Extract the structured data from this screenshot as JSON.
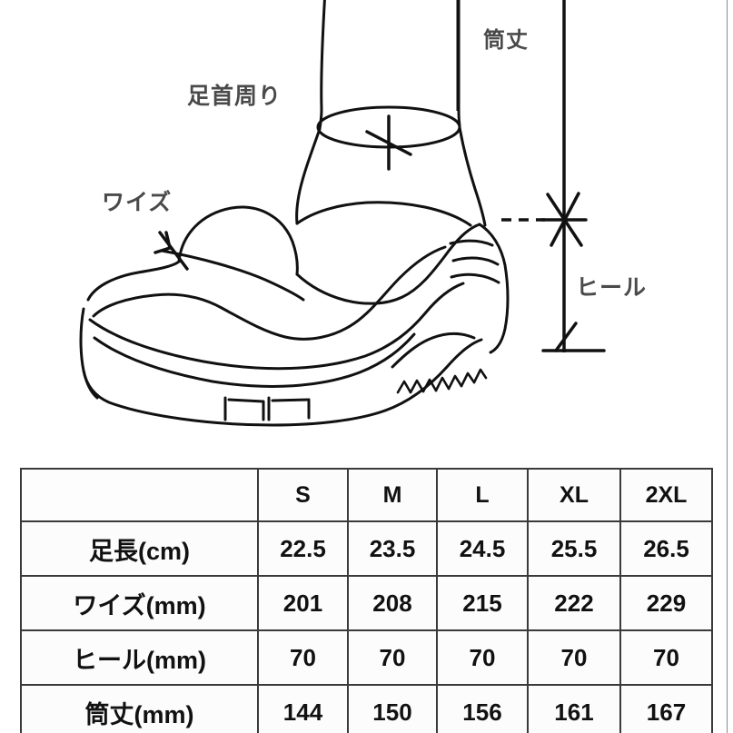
{
  "diagram": {
    "labels": {
      "ankle_circumference": "足首周り",
      "shaft_height": "筒丈",
      "width": "ワイズ",
      "heel": "ヒール"
    },
    "icons": {
      "shoe": "shoe-side-view-illustration",
      "ankle_ellipse": "ankle-measurement-ellipse",
      "width_arrow": "width-measurement-arrow",
      "shaft_dimension": "shaft-height-dimension-line",
      "heel_dimension": "heel-height-dimension-line",
      "heel_reference": "heel-top-dashed-reference-line"
    },
    "stroke_color": "#111111",
    "label_color": "#4a4a4a"
  },
  "table": {
    "name": "size-chart",
    "corner_label": "",
    "columns": [
      "S",
      "M",
      "L",
      "XL",
      "2XL"
    ],
    "rows": [
      {
        "label": "足長(cm)",
        "values": [
          "22.5",
          "23.5",
          "24.5",
          "25.5",
          "26.5"
        ]
      },
      {
        "label": "ワイズ(mm)",
        "values": [
          "201",
          "208",
          "215",
          "222",
          "229"
        ]
      },
      {
        "label": "ヒール(mm)",
        "values": [
          "70",
          "70",
          "70",
          "70",
          "70"
        ]
      },
      {
        "label": "筒丈(mm)",
        "values": [
          "144",
          "150",
          "156",
          "161",
          "167"
        ]
      }
    ],
    "border_color": "#3a3a3a",
    "text_color": "#111111",
    "background": "#fcfcfc"
  },
  "chart_data": {
    "type": "table",
    "title": "",
    "categories": [
      "S",
      "M",
      "L",
      "XL",
      "2XL"
    ],
    "series": [
      {
        "name": "足長(cm)",
        "values": [
          22.5,
          23.5,
          24.5,
          25.5,
          26.5
        ]
      },
      {
        "name": "ワイズ(mm)",
        "values": [
          201,
          208,
          215,
          222,
          229
        ]
      },
      {
        "name": "ヒール(mm)",
        "values": [
          70,
          70,
          70,
          70,
          70
        ]
      },
      {
        "name": "筒丈(mm)",
        "values": [
          144,
          150,
          156,
          161,
          167
        ]
      }
    ],
    "xlabel": "",
    "ylabel": "",
    "grid": true,
    "legend": "none"
  }
}
